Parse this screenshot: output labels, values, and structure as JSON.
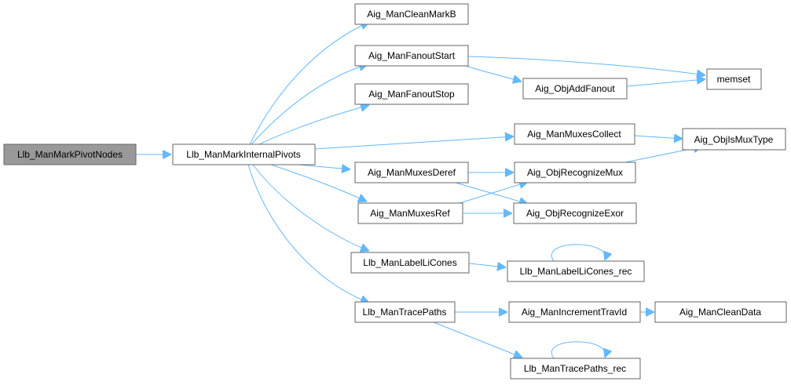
{
  "diagram": {
    "type": "call-graph",
    "root": "Llb_ManMarkPivotNodes",
    "colors": {
      "edge": "#63b8ff",
      "node_border": "#666666",
      "root_fill": "#999999",
      "node_fill": "#ffffff"
    },
    "nodes": [
      {
        "id": "n0",
        "label": "Llb_ManMarkPivotNodes",
        "root": true
      },
      {
        "id": "n1",
        "label": "Llb_ManMarkInternalPivots"
      },
      {
        "id": "n2",
        "label": "Aig_ManCleanMarkB"
      },
      {
        "id": "n3",
        "label": "Aig_ManFanoutStart"
      },
      {
        "id": "n4",
        "label": "Aig_ManFanoutStop"
      },
      {
        "id": "n5",
        "label": "Aig_ObjAddFanout"
      },
      {
        "id": "n6",
        "label": "memset"
      },
      {
        "id": "n7",
        "label": "Aig_ManMuxesCollect"
      },
      {
        "id": "n8",
        "label": "Aig_ObjIsMuxType"
      },
      {
        "id": "n9",
        "label": "Aig_ManMuxesDeref"
      },
      {
        "id": "n10",
        "label": "Aig_ObjRecognizeMux"
      },
      {
        "id": "n11",
        "label": "Aig_ManMuxesRef"
      },
      {
        "id": "n12",
        "label": "Aig_ObjRecognizeExor"
      },
      {
        "id": "n13",
        "label": "Llb_ManLabelLiCones"
      },
      {
        "id": "n14",
        "label": "Llb_ManLabelLiCones_rec"
      },
      {
        "id": "n15",
        "label": "Llb_ManTracePaths"
      },
      {
        "id": "n16",
        "label": "Aig_ManIncrementTravId"
      },
      {
        "id": "n17",
        "label": "Aig_ManCleanData"
      },
      {
        "id": "n18",
        "label": "Llb_ManTracePaths_rec"
      }
    ],
    "edges": [
      [
        "n0",
        "n1"
      ],
      [
        "n1",
        "n2"
      ],
      [
        "n1",
        "n3"
      ],
      [
        "n1",
        "n4"
      ],
      [
        "n1",
        "n7"
      ],
      [
        "n1",
        "n9"
      ],
      [
        "n1",
        "n11"
      ],
      [
        "n1",
        "n13"
      ],
      [
        "n1",
        "n15"
      ],
      [
        "n3",
        "n5"
      ],
      [
        "n3",
        "n6"
      ],
      [
        "n5",
        "n6"
      ],
      [
        "n7",
        "n8"
      ],
      [
        "n10",
        "n8"
      ],
      [
        "n9",
        "n10"
      ],
      [
        "n9",
        "n12"
      ],
      [
        "n11",
        "n10"
      ],
      [
        "n11",
        "n12"
      ],
      [
        "n13",
        "n14"
      ],
      [
        "n14",
        "n14"
      ],
      [
        "n15",
        "n16"
      ],
      [
        "n15",
        "n18"
      ],
      [
        "n16",
        "n17"
      ],
      [
        "n18",
        "n18"
      ]
    ]
  }
}
